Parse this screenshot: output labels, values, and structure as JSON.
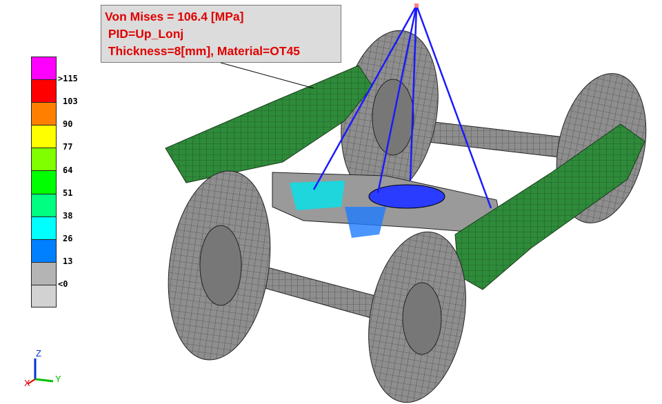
{
  "annotation": {
    "line1": "Von Mises = 106.4 [MPa]",
    "line2": " PID=Up_Lonj",
    "line3": " Thickness=8[mm], Material=OT45"
  },
  "legend": {
    "colors": [
      "#ff00ff",
      "#ff0000",
      "#ff8000",
      "#ffff00",
      "#80ff00",
      "#00ff00",
      "#00ff80",
      "#00ffff",
      "#0080ff",
      "#b4b4b4",
      "#d2d2d2"
    ],
    "labels": [
      ">115",
      "103",
      "90",
      "77",
      "64",
      "51",
      "38",
      "26",
      "13",
      "<0"
    ]
  },
  "triad": {
    "x": "X",
    "y": "Y",
    "z": "Z",
    "x_color": "#e00000",
    "y_color": "#00c000",
    "z_color": "#0030d0"
  },
  "model": {
    "frame_color": "#2e8b3a",
    "wheel_color": "#8c8c8c",
    "cable_color": "#1a1aff"
  }
}
